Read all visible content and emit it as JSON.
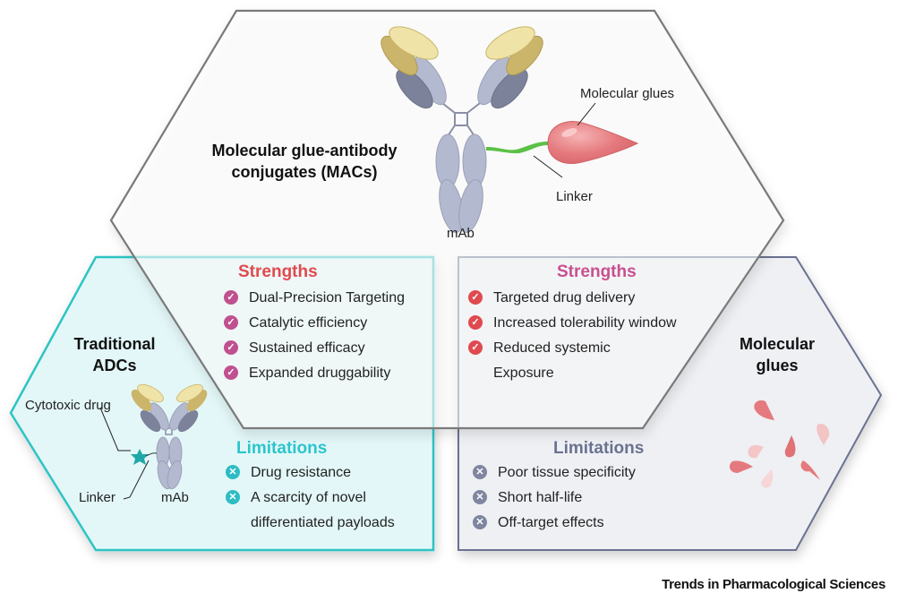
{
  "colors": {
    "mac_outline": "#7a7a7a",
    "adc_outline": "#2ec4c4",
    "adc_fill": "#e3f7f8",
    "glue_outline": "#6b7290",
    "glue_fill": "#eef0f4",
    "strength_red": "#e04a4f",
    "strength_magenta": "#c8508f",
    "limitation_teal": "#2cc5cc",
    "limitation_slate": "#6b7290",
    "check_magenta": "#c0508f",
    "check_red": "#e04a4f",
    "x_teal": "#2cbcc4",
    "x_slate": "#7f86a0",
    "antibody_gray": "#b3b9cf",
    "antibody_dark": "#7c8299",
    "antibody_gold": "#e8d99a",
    "linker_green": "#5bc146",
    "glue_pink": "#e57a7e",
    "drug_teal": "#20a8a8"
  },
  "mac": {
    "title_line1": "Molecular glue-antibody",
    "title_line2": "conjugates (MACs)",
    "label_molecular_glues": "Molecular glues",
    "label_linker": "Linker",
    "label_mab": "mAb"
  },
  "adc": {
    "title_line1": "Traditional",
    "title_line2": "ADCs",
    "label_cytotoxic_drug": "Cytotoxic drug",
    "label_linker": "Linker",
    "label_mab": "mAb",
    "strengths_heading": "Strengths",
    "strengths": [
      "Dual-Precision Targeting",
      "Catalytic efficiency",
      "Sustained efficacy",
      "Expanded druggability"
    ],
    "limitations_heading": "Limitations",
    "limitations": [
      "Drug resistance",
      "A scarcity of novel",
      "differentiated payloads"
    ]
  },
  "glues": {
    "title_line1": "Molecular",
    "title_line2": "glues",
    "strengths_heading": "Strengths",
    "strengths": [
      "Targeted drug delivery",
      "Increased tolerability window",
      "Reduced systemic",
      "Exposure"
    ],
    "limitations_heading": "Limitations",
    "limitations": [
      "Poor tissue specificity",
      "Short half-life",
      "Off-target effects"
    ]
  },
  "icons": {
    "check": "✓",
    "cross": "✕"
  },
  "footer": "Trends in Pharmacological Sciences"
}
